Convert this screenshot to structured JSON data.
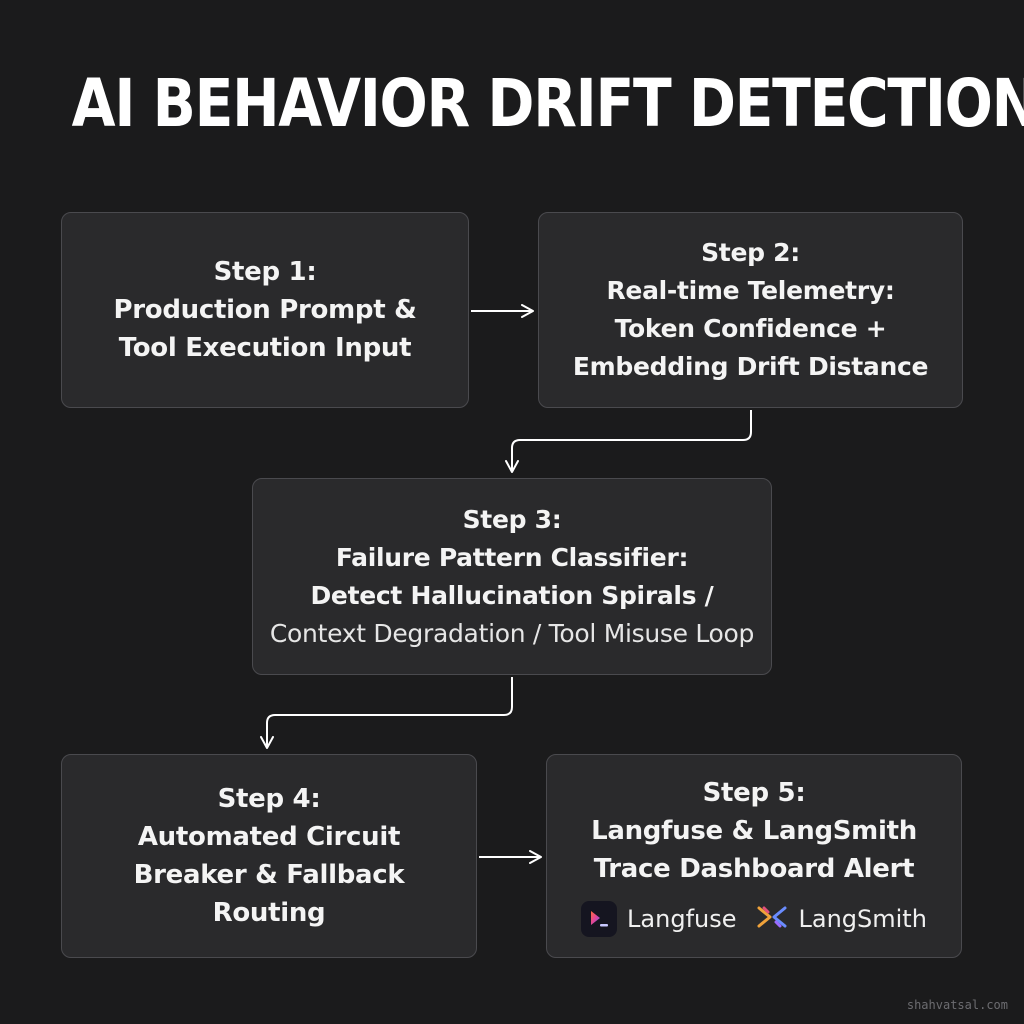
{
  "title": "AI BEHAVIOR DRIFT DETECTION",
  "steps": [
    {
      "label": "Step 1:",
      "lines": [
        "Production Prompt &",
        "Tool Execution Input"
      ]
    },
    {
      "label": "Step 2:",
      "lines": [
        "Real-time Telemetry:",
        "Token Confidence +",
        "Embedding Drift Distance"
      ]
    },
    {
      "label": "Step 3:",
      "lines": [
        "Failure Pattern Classifier:",
        "Detect Hallucination Spirals /"
      ],
      "detail": "Context Degradation / Tool Misuse Loop"
    },
    {
      "label": "Step 4:",
      "lines": [
        "Automated Circuit",
        "Breaker & Fallback",
        "Routing"
      ]
    },
    {
      "label": "Step 5:",
      "lines": [
        "Langfuse & LangSmith",
        "Trace Dashboard Alert"
      ],
      "brands": [
        {
          "name": "Langfuse",
          "icon": "langfuse-logo-icon"
        },
        {
          "name": "LangSmith",
          "icon": "langsmith-logo-icon"
        }
      ]
    }
  ],
  "colors": {
    "background": "#1b1b1c",
    "box_fill": "#2a2a2c",
    "box_border": "#4a4a4e",
    "text": "#f4f4f4",
    "arrow": "#ffffff"
  },
  "watermark": "shahvatsal.com"
}
